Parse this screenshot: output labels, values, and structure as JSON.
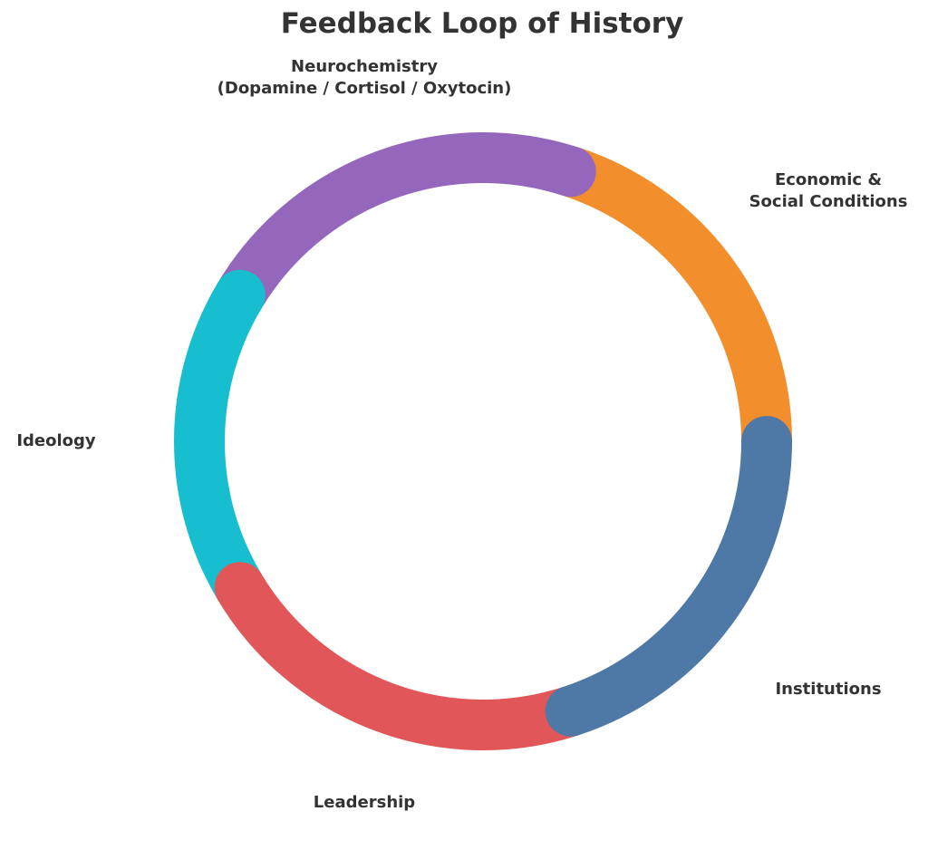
{
  "title": "Feedback Loop of History",
  "colors": {
    "text": "#333333",
    "background": "#ffffff"
  },
  "nodes": [
    {
      "id": "neurochemistry",
      "lines": [
        "Neurochemistry",
        "(Dopamine / Cortisol / Oxytocin)"
      ],
      "color": "#9467BD"
    },
    {
      "id": "economic",
      "lines": [
        "Economic &",
        "Social Conditions"
      ],
      "color": "#F28E2B"
    },
    {
      "id": "institutions",
      "lines": [
        "Institutions"
      ],
      "color": "#4E79A7"
    },
    {
      "id": "leadership",
      "lines": [
        "Leadership"
      ],
      "color": "#E15759"
    },
    {
      "id": "ideology",
      "lines": [
        "Ideology"
      ],
      "color": "#17BECF"
    }
  ]
}
